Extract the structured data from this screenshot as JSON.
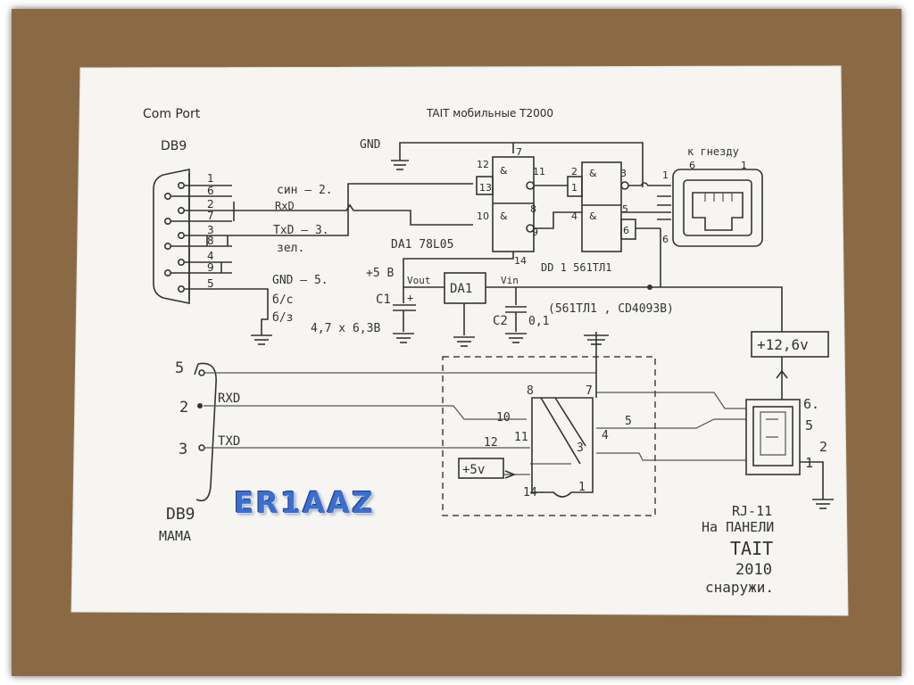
{
  "labels": {
    "com_port": "Com Port",
    "db9_top": "DB9",
    "title": "TAIT мобильные T2000",
    "gnd": "GND",
    "socket": "к гнезду",
    "socket_pin6": "6",
    "socket_pin1": "1",
    "sin2": "син – 2.",
    "rxd_small": "RxD",
    "txd3": "TxD – 3.",
    "zel": "зел.",
    "gnd5": "GND – 5.",
    "bs": "б/с",
    "bz": "б/з",
    "da1_part": "DA1 78L05",
    "plus5v": "+5 В",
    "vout": "Vout",
    "vin": "Vin",
    "da1": "DA1",
    "c1": "C1",
    "c1_value": "4,7 x 6,3В",
    "c2": "C2",
    "c2_value": "0,1",
    "dd1": "DD 1  561ТЛ1",
    "dd1_alt": "(561ТЛ1 ,  CD4093В)",
    "supply": "+12,6v",
    "plus5v_box": "+5v",
    "rxd": "RXD",
    "txd": "TXD",
    "db9_bottom": "DB9",
    "mama": "MAMA",
    "rj11": "RJ-11",
    "panel": "На ПАНЕЛИ",
    "tait": "TAIT",
    "year": "2010",
    "outside": "снаружи.",
    "logo": "ER1AAZ"
  },
  "db9_pins_top": [
    "1",
    "6",
    "2",
    "7",
    "3",
    "8",
    "4",
    "9",
    "5"
  ],
  "db9_pins_bottom": [
    "5",
    "2",
    "3"
  ],
  "gate_pins": [
    "12",
    "13",
    "11",
    "10",
    "8",
    "9",
    "2",
    "1",
    "3",
    "4",
    "5",
    "6",
    "7",
    "14"
  ],
  "ic_pins_bottom": [
    "8",
    "7",
    "10",
    "5",
    "11",
    "4",
    "12",
    "3",
    "14",
    "1"
  ],
  "rj_pins": [
    "6.",
    "5",
    "2",
    "1"
  ]
}
